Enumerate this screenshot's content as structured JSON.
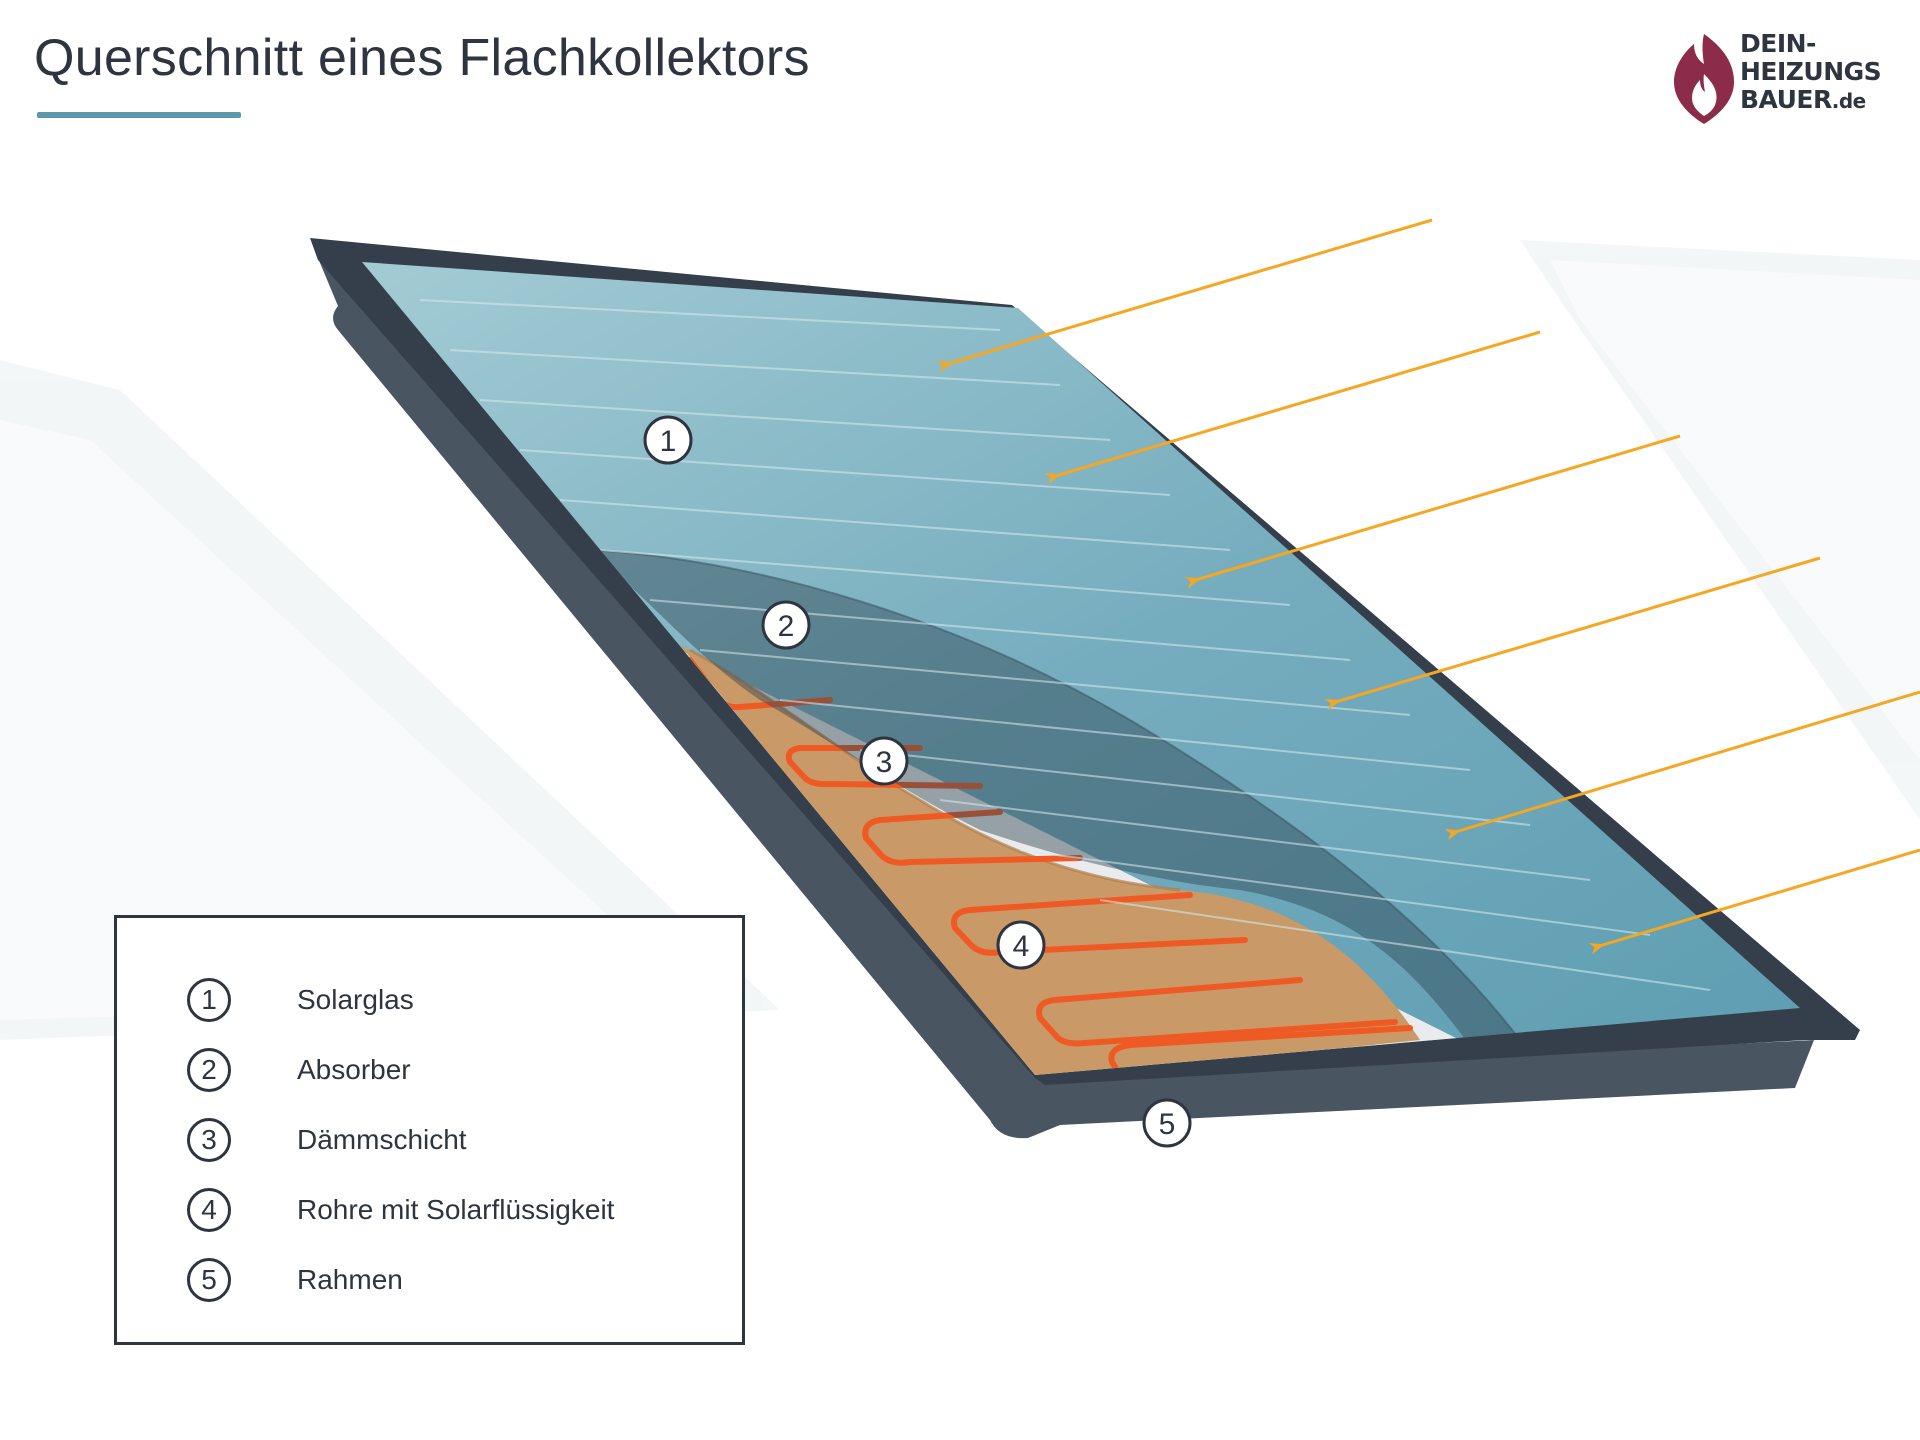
{
  "header": {
    "title": "Querschnitt eines Flachkollektors"
  },
  "logo": {
    "line1": "DEIN-",
    "line2": "HEIZUNGS",
    "line3": "BAUER",
    "tld": ".de",
    "flame_color": "#8c2b4a"
  },
  "colors": {
    "frame": "#3a4452",
    "glass": "#6ea9bb",
    "absorber": "#5f7d8a",
    "insulation": "#c99a68",
    "pipes": "#ef5a24",
    "sun_rays": "#f5a623",
    "accent": "#5b98aa"
  },
  "diagram": {
    "markers": [
      "1",
      "2",
      "3",
      "4",
      "5"
    ]
  },
  "legend": {
    "items": [
      {
        "num": "1",
        "label": "Solarglas"
      },
      {
        "num": "2",
        "label": "Absorber"
      },
      {
        "num": "3",
        "label": "Dämmschicht"
      },
      {
        "num": "4",
        "label": "Rohre mit Solarflüssigkeit"
      },
      {
        "num": "5",
        "label": "Rahmen"
      }
    ]
  }
}
